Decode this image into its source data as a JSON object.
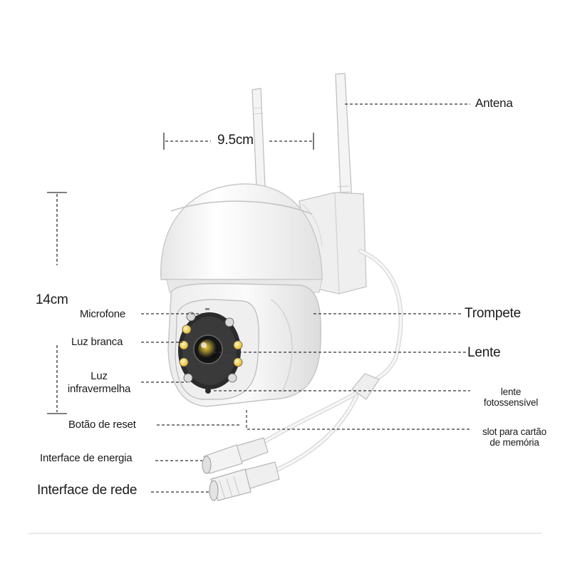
{
  "dimensions": {
    "width": "9.5cm",
    "height": "14cm"
  },
  "labels": {
    "antenna": "Antena",
    "trumpet": "Trompete",
    "lens": "Lente",
    "photosensitive_line1": "lente",
    "photosensitive_line2": "fotossensível",
    "card_slot_line1": "slot para cartão",
    "card_slot_line2": "de memória",
    "microphone": "Microfone",
    "white_light": "Luz branca",
    "infrared_line1": "Luz",
    "infrared_line2": "infravermelha",
    "reset_button": "Botão de reset",
    "power_interface": "Interface de energia",
    "network_interface": "Interface de rede"
  },
  "colors": {
    "background": "#ffffff",
    "camera_body": "#f4f4f4",
    "camera_shadow": "#d9d9d9",
    "lens_face": "#2a2a2a",
    "white_led": "#f2d64b",
    "infrared_led": "#3a3a3a",
    "leader_line": "#333333"
  }
}
